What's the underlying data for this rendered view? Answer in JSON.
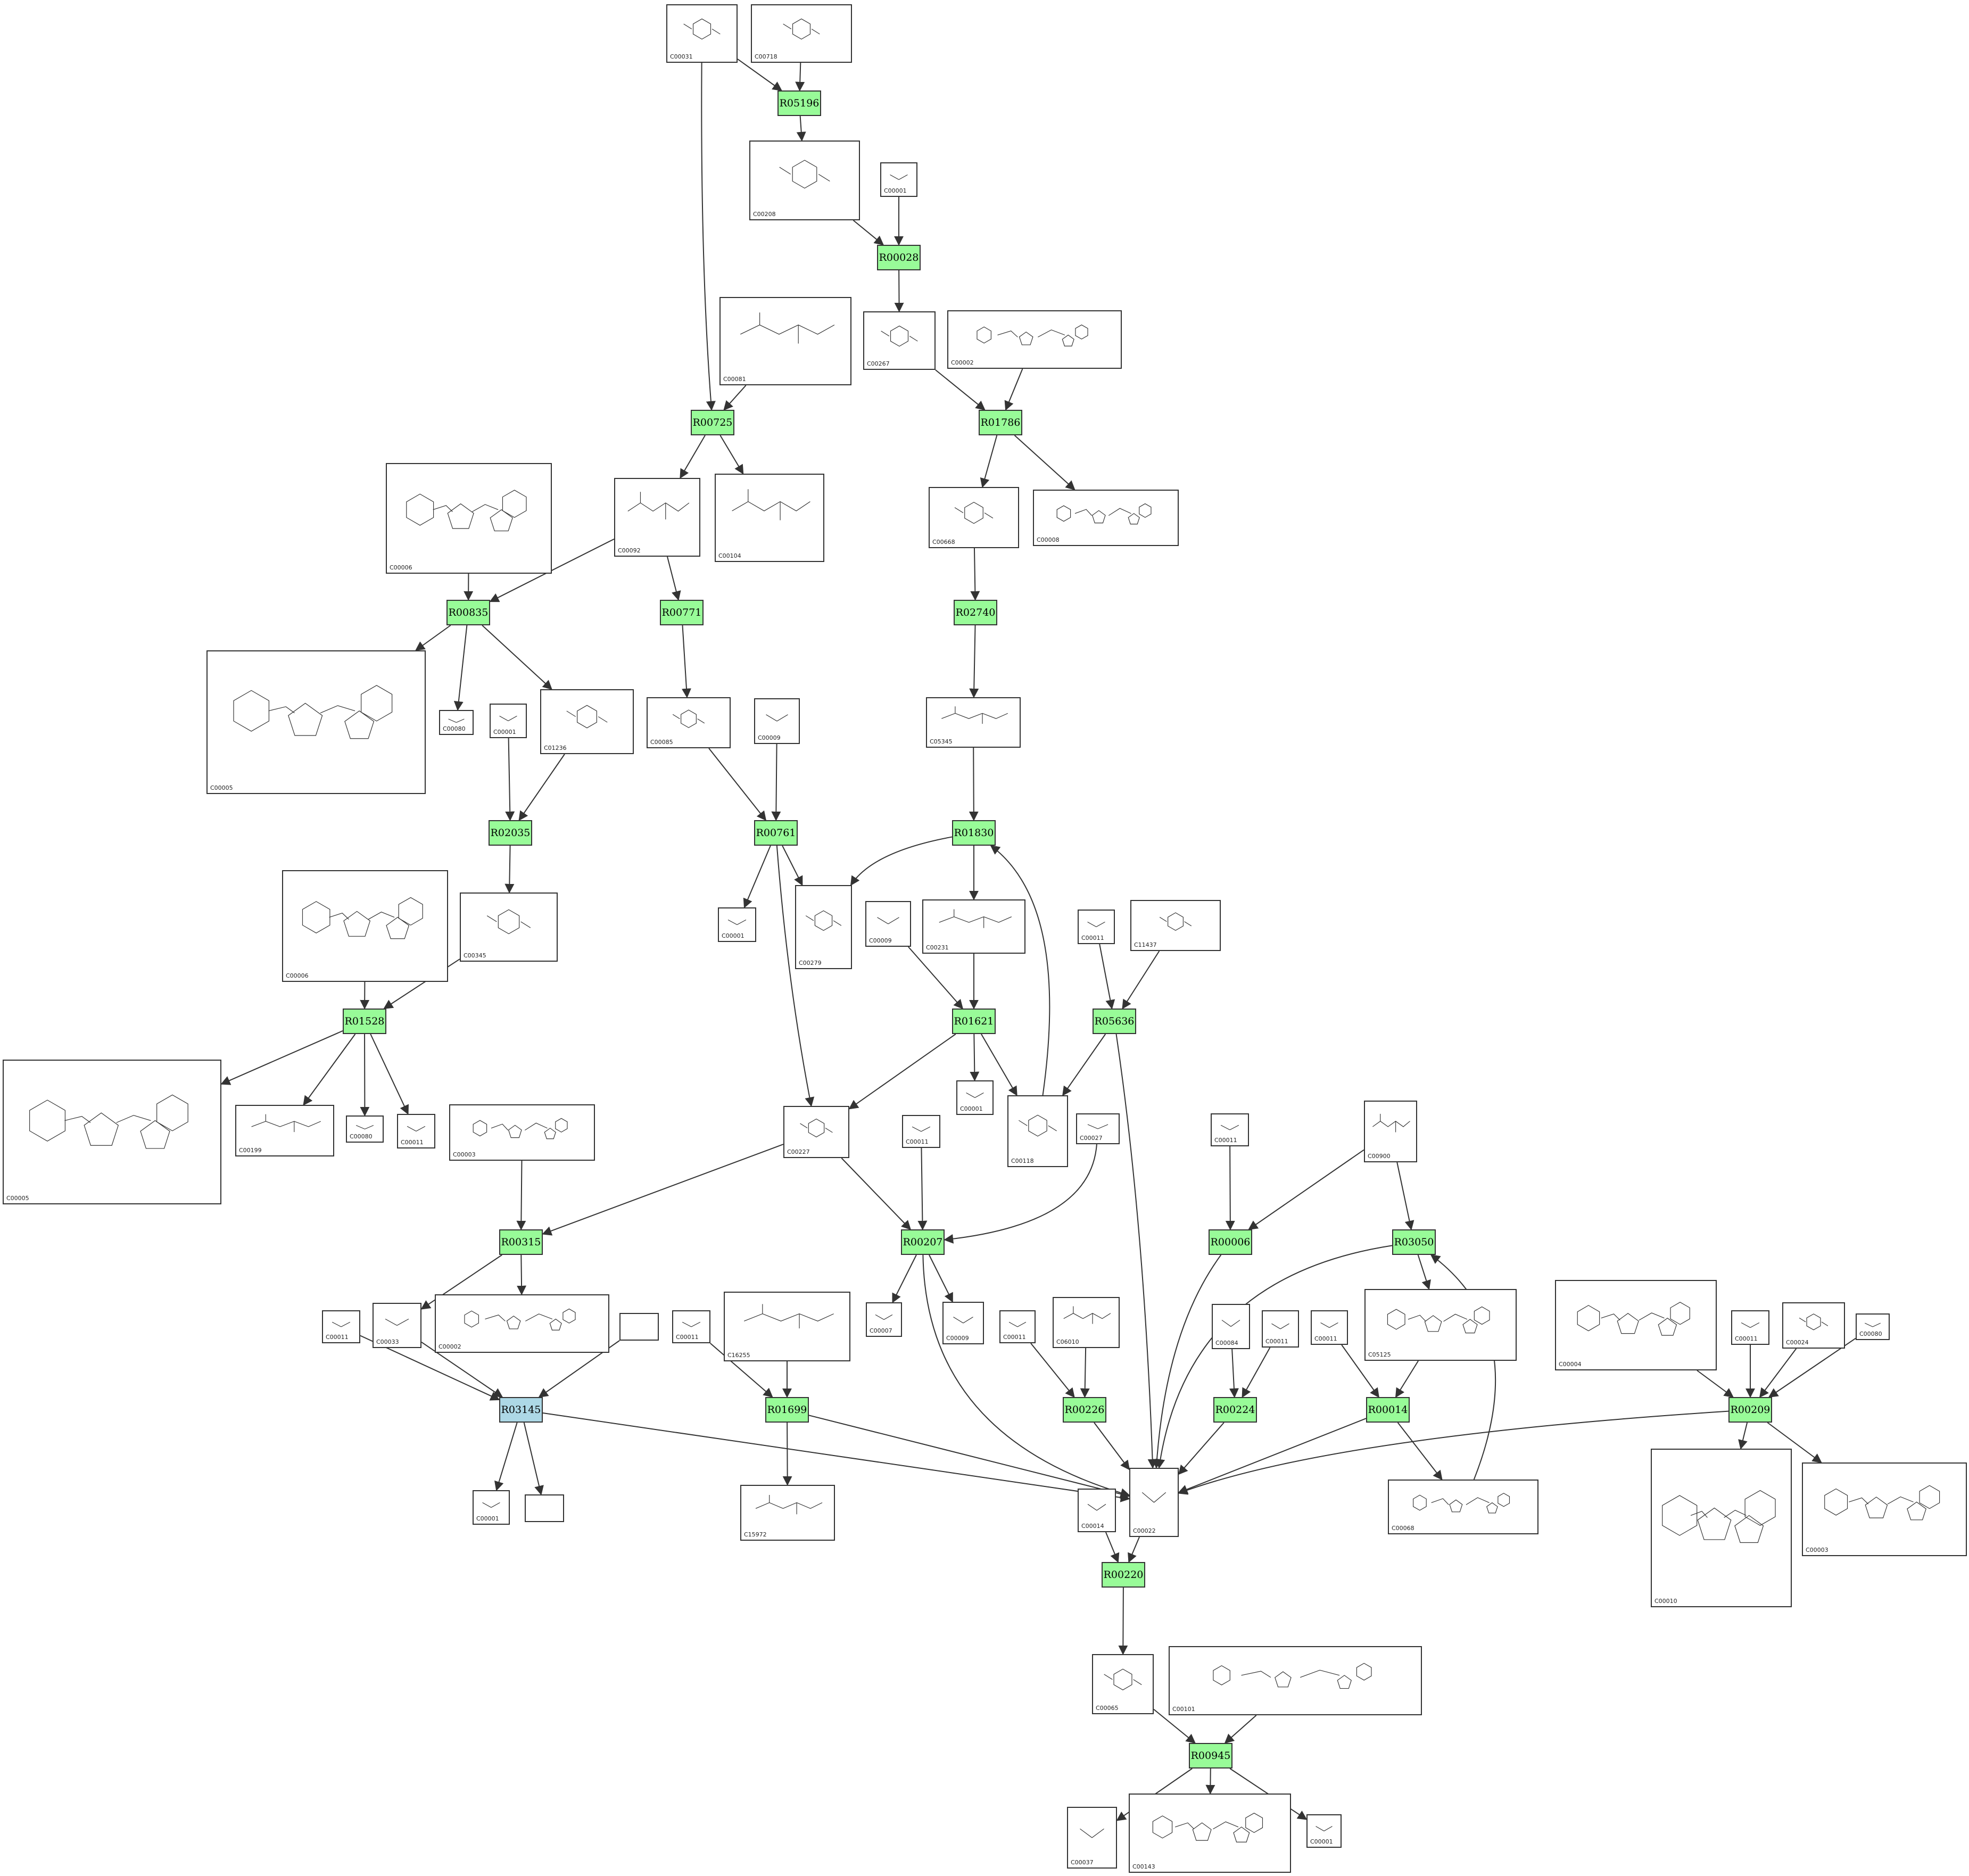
{
  "colors": {
    "reaction": "#98fb98",
    "reaction_highlight": "#add8e6",
    "edge": "#333333"
  },
  "reactions": [
    {
      "id": "R05196",
      "label": "R05196"
    },
    {
      "id": "R00028",
      "label": "R00028"
    },
    {
      "id": "R00725",
      "label": "R00725"
    },
    {
      "id": "R01786",
      "label": "R01786"
    },
    {
      "id": "R00835",
      "label": "R00835"
    },
    {
      "id": "R00771",
      "label": "R00771"
    },
    {
      "id": "R02740",
      "label": "R02740"
    },
    {
      "id": "R02035",
      "label": "R02035"
    },
    {
      "id": "R00761",
      "label": "R00761"
    },
    {
      "id": "R01830",
      "label": "R01830"
    },
    {
      "id": "R01528",
      "label": "R01528"
    },
    {
      "id": "R01621",
      "label": "R01621"
    },
    {
      "id": "R05636",
      "label": "R05636"
    },
    {
      "id": "R00315",
      "label": "R00315"
    },
    {
      "id": "R00207",
      "label": "R00207"
    },
    {
      "id": "R00006",
      "label": "R00006"
    },
    {
      "id": "R03050",
      "label": "R03050"
    },
    {
      "id": "R03145",
      "label": "R03145",
      "highlight": true
    },
    {
      "id": "R01699",
      "label": "R01699"
    },
    {
      "id": "R00226",
      "label": "R00226"
    },
    {
      "id": "R00224",
      "label": "R00224"
    },
    {
      "id": "R00014",
      "label": "R00014"
    },
    {
      "id": "R00209",
      "label": "R00209"
    },
    {
      "id": "R00220",
      "label": "R00220"
    },
    {
      "id": "R00945",
      "label": "R00945"
    }
  ],
  "compounds": [
    {
      "id": "c1",
      "label": "C00031"
    },
    {
      "id": "c2",
      "label": "C00718"
    },
    {
      "id": "c3",
      "label": "C00208"
    },
    {
      "id": "c4",
      "label": "C00001"
    },
    {
      "id": "c5",
      "label": "C00081"
    },
    {
      "id": "c6",
      "label": "C00267"
    },
    {
      "id": "c7",
      "label": "C00002"
    },
    {
      "id": "c8",
      "label": "C00006"
    },
    {
      "id": "c9",
      "label": "C00092"
    },
    {
      "id": "c10",
      "label": "C00104"
    },
    {
      "id": "c11",
      "label": "C00668"
    },
    {
      "id": "c12",
      "label": "C00008"
    },
    {
      "id": "c13",
      "label": "C00005"
    },
    {
      "id": "c14",
      "label": "C00080"
    },
    {
      "id": "c15",
      "label": "C00001"
    },
    {
      "id": "c16",
      "label": "C01236"
    },
    {
      "id": "c17",
      "label": "C00085"
    },
    {
      "id": "c18",
      "label": "C00009"
    },
    {
      "id": "c19",
      "label": "C05345"
    },
    {
      "id": "c20",
      "label": "C00006"
    },
    {
      "id": "c21",
      "label": "C00345"
    },
    {
      "id": "c22",
      "label": "C00001"
    },
    {
      "id": "c23",
      "label": "C00279"
    },
    {
      "id": "c24",
      "label": "C00009"
    },
    {
      "id": "c25",
      "label": "C00231"
    },
    {
      "id": "c26",
      "label": "C00011"
    },
    {
      "id": "c27",
      "label": "C11437"
    },
    {
      "id": "c28",
      "label": "C00005"
    },
    {
      "id": "c29",
      "label": "C00199"
    },
    {
      "id": "c30",
      "label": "C00080"
    },
    {
      "id": "c31",
      "label": "C00011"
    },
    {
      "id": "c32",
      "label": "C00003"
    },
    {
      "id": "c33",
      "label": "C00227"
    },
    {
      "id": "c34",
      "label": "C00011"
    },
    {
      "id": "c35",
      "label": "C00001"
    },
    {
      "id": "c36",
      "label": "C00118"
    },
    {
      "id": "c37",
      "label": "C00027"
    },
    {
      "id": "c38",
      "label": "C00011"
    },
    {
      "id": "c39",
      "label": "C00900"
    },
    {
      "id": "c40",
      "label": "C00011"
    },
    {
      "id": "c41",
      "label": "C00033"
    },
    {
      "id": "c42",
      "label": "C00002"
    },
    {
      "id": "c43",
      "label": ""
    },
    {
      "id": "c44",
      "label": "C00011"
    },
    {
      "id": "c45",
      "label": "C16255"
    },
    {
      "id": "c46",
      "label": "C00007"
    },
    {
      "id": "c47",
      "label": "C00009"
    },
    {
      "id": "c48",
      "label": "C00011"
    },
    {
      "id": "c49",
      "label": "C06010"
    },
    {
      "id": "c50",
      "label": "C00084"
    },
    {
      "id": "c51",
      "label": "C00011"
    },
    {
      "id": "c52",
      "label": "C00011"
    },
    {
      "id": "c53",
      "label": "C05125"
    },
    {
      "id": "c54",
      "label": "C00004"
    },
    {
      "id": "c55",
      "label": "C00011"
    },
    {
      "id": "c56",
      "label": "C00024"
    },
    {
      "id": "c57",
      "label": "C00080"
    },
    {
      "id": "c58",
      "label": "C00001"
    },
    {
      "id": "c59",
      "label": ""
    },
    {
      "id": "c60",
      "label": "C15972"
    },
    {
      "id": "c61",
      "label": "C00014"
    },
    {
      "id": "c62",
      "label": "C00022"
    },
    {
      "id": "c63",
      "label": "C00068"
    },
    {
      "id": "c64",
      "label": "C00010"
    },
    {
      "id": "c65",
      "label": "C00003"
    },
    {
      "id": "c66",
      "label": "C00065"
    },
    {
      "id": "c67",
      "label": "C00101"
    },
    {
      "id": "c68",
      "label": "C00037"
    },
    {
      "id": "c69",
      "label": "C00143"
    },
    {
      "id": "c70",
      "label": "C00001"
    }
  ]
}
